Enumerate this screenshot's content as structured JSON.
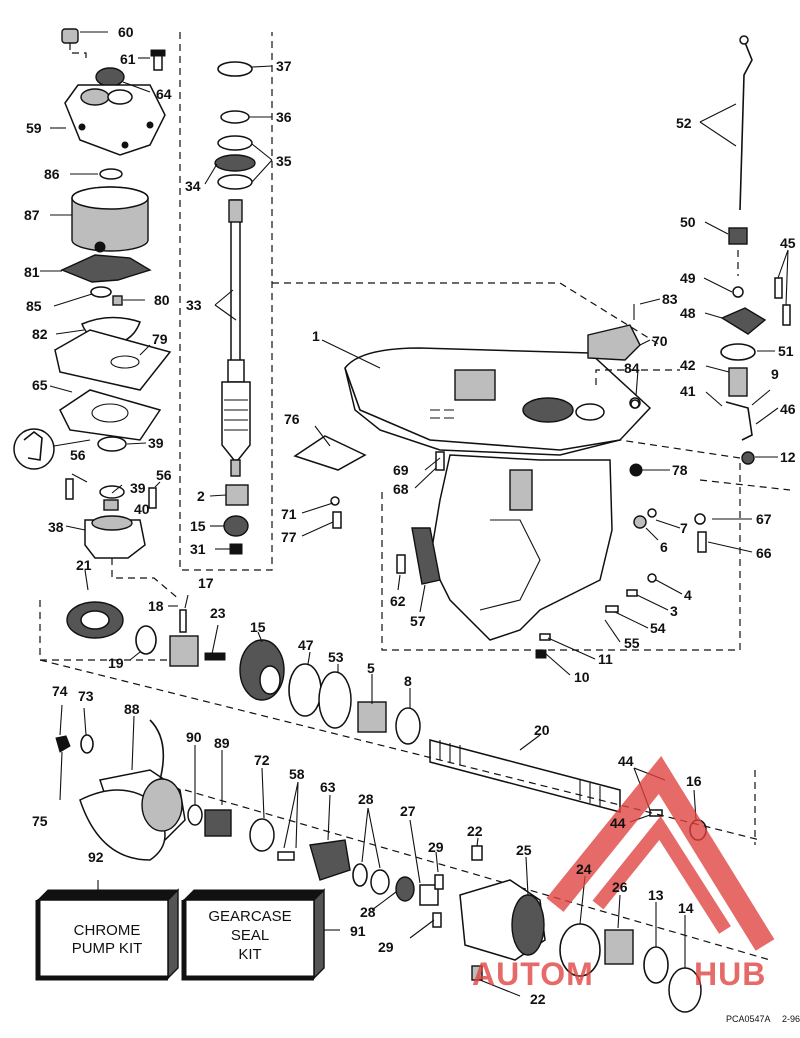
{
  "labels": {
    "p60": "60",
    "p61": "61",
    "p64": "64",
    "p59": "59",
    "p86": "86",
    "p87": "87",
    "p81": "81",
    "p85": "85",
    "p80": "80",
    "p82": "82",
    "p79": "79",
    "p65": "65",
    "p39a": "39",
    "p56a": "56",
    "p39b": "39",
    "p56b": "56",
    "p40": "40",
    "p38": "38",
    "p37": "37",
    "p36": "36",
    "p35": "35",
    "p34": "34",
    "p33": "33",
    "p2": "2",
    "p15a": "15",
    "p31": "31",
    "p1": "1",
    "p76": "76",
    "p69": "69",
    "p68": "68",
    "p71": "71",
    "p77": "77",
    "p52": "52",
    "p50": "50",
    "p45": "45",
    "p49": "49",
    "p83": "83",
    "p48": "48",
    "p70": "70",
    "p51": "51",
    "p84": "84",
    "p42": "42",
    "p41": "41",
    "p9": "9",
    "p46": "46",
    "p12": "12",
    "p78": "78",
    "p67": "67",
    "p6": "6",
    "p7": "7",
    "p66": "66",
    "p4": "4",
    "p3": "3",
    "p54": "54",
    "p55": "55",
    "p62": "62",
    "p57": "57",
    "p11": "11",
    "p10": "10",
    "p21": "21",
    "p17": "17",
    "p18": "18",
    "p23": "23",
    "p15b": "15",
    "p47": "47",
    "p53": "53",
    "p5": "5",
    "p8": "8",
    "p19": "19",
    "p20": "20",
    "p44a": "44",
    "p44b": "44",
    "p16": "16",
    "p74": "74",
    "p73": "73",
    "p88": "88",
    "p90": "90",
    "p89": "89",
    "p72": "72",
    "p58": "58",
    "p63": "63",
    "p28a": "28",
    "p28b": "28",
    "p27": "27",
    "p22a": "22",
    "p29a": "29",
    "p25": "25",
    "p24": "24",
    "p26": "26",
    "p13": "13",
    "p14": "14",
    "p75": "75",
    "p92": "92",
    "p91": "91",
    "p29b": "29",
    "p22b": "22"
  },
  "kits": {
    "chrome_line1": "CHROME",
    "chrome_line2": "PUMP KIT",
    "gearcase_line1": "GEARCASE",
    "gearcase_line2": "SEAL",
    "gearcase_line3": "KIT"
  },
  "watermark": {
    "left": "AUTOM",
    "right": "HUB",
    "color": "#e0413d"
  },
  "footer": {
    "ref": "PCA0547A",
    "date": "2-96"
  }
}
